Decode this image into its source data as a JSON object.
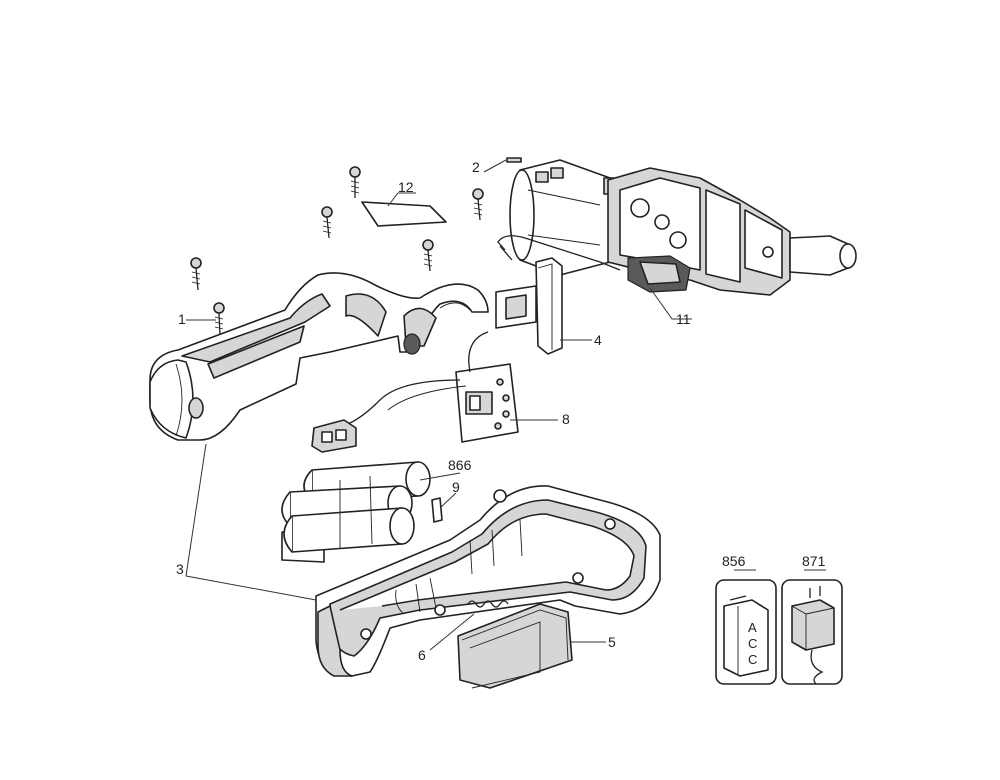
{
  "callouts": {
    "c1": "1",
    "c2": "2",
    "c3": "3",
    "c4": "4",
    "c5": "5",
    "c6": "6",
    "c8": "8",
    "c9": "9",
    "c11": "11",
    "c12": "12",
    "c856": "856",
    "c866": "866",
    "c871": "871"
  },
  "accessory_box": {
    "label_letters": [
      "A",
      "C",
      "C"
    ]
  }
}
